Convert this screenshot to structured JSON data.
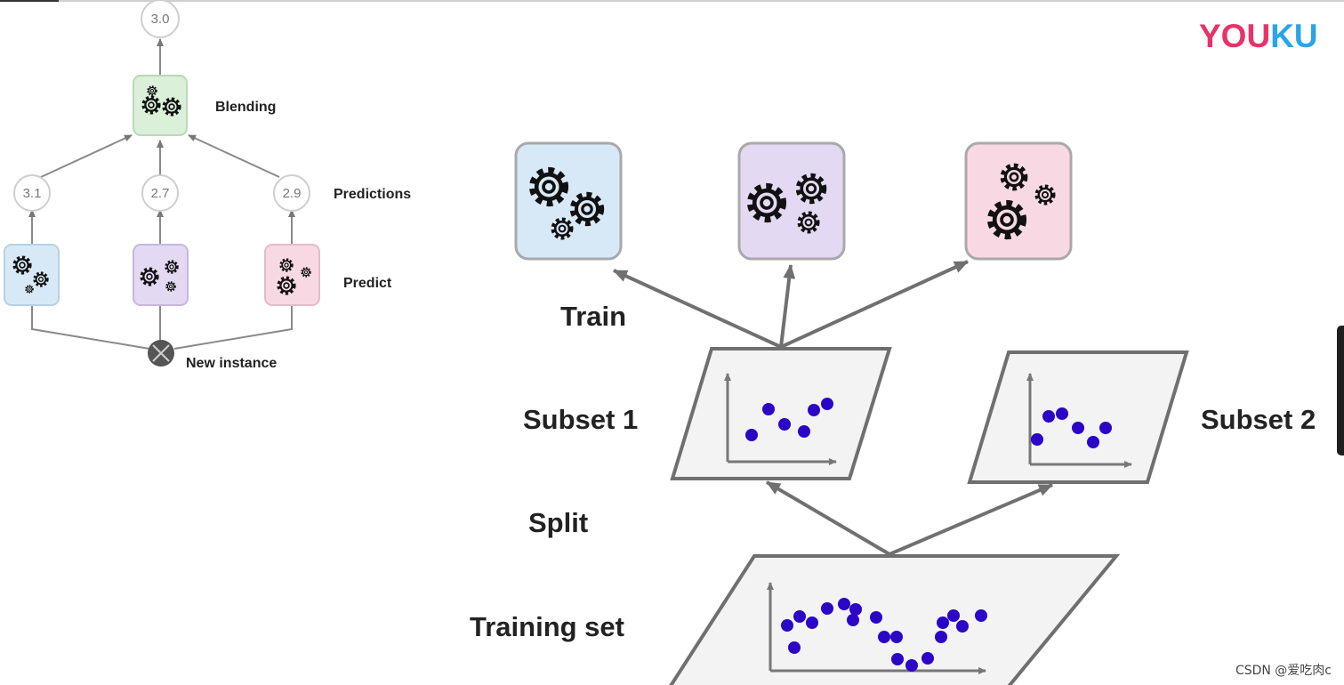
{
  "logo": {
    "part1": "YOU",
    "part2": "KU"
  },
  "watermark": "CSDN @爱吃肉c",
  "stacking_diagram": {
    "top_value": "3.0",
    "blending_label": "Blending",
    "predictions_label": "Predictions",
    "predict_label": "Predict",
    "new_instance_label": "New instance",
    "predictions": [
      "3.1",
      "2.7",
      "2.9"
    ],
    "colors": {
      "blue": "#d7e9f7",
      "purple": "#e3d9f2",
      "pink": "#f8d9e3",
      "green": "#daf0d8"
    }
  },
  "bagging_diagram": {
    "train_label": "Train",
    "subset1_label": "Subset 1",
    "subset2_label": "Subset 2",
    "split_label": "Split",
    "training_set_label": "Training set",
    "point_color": "#2b06c7"
  }
}
